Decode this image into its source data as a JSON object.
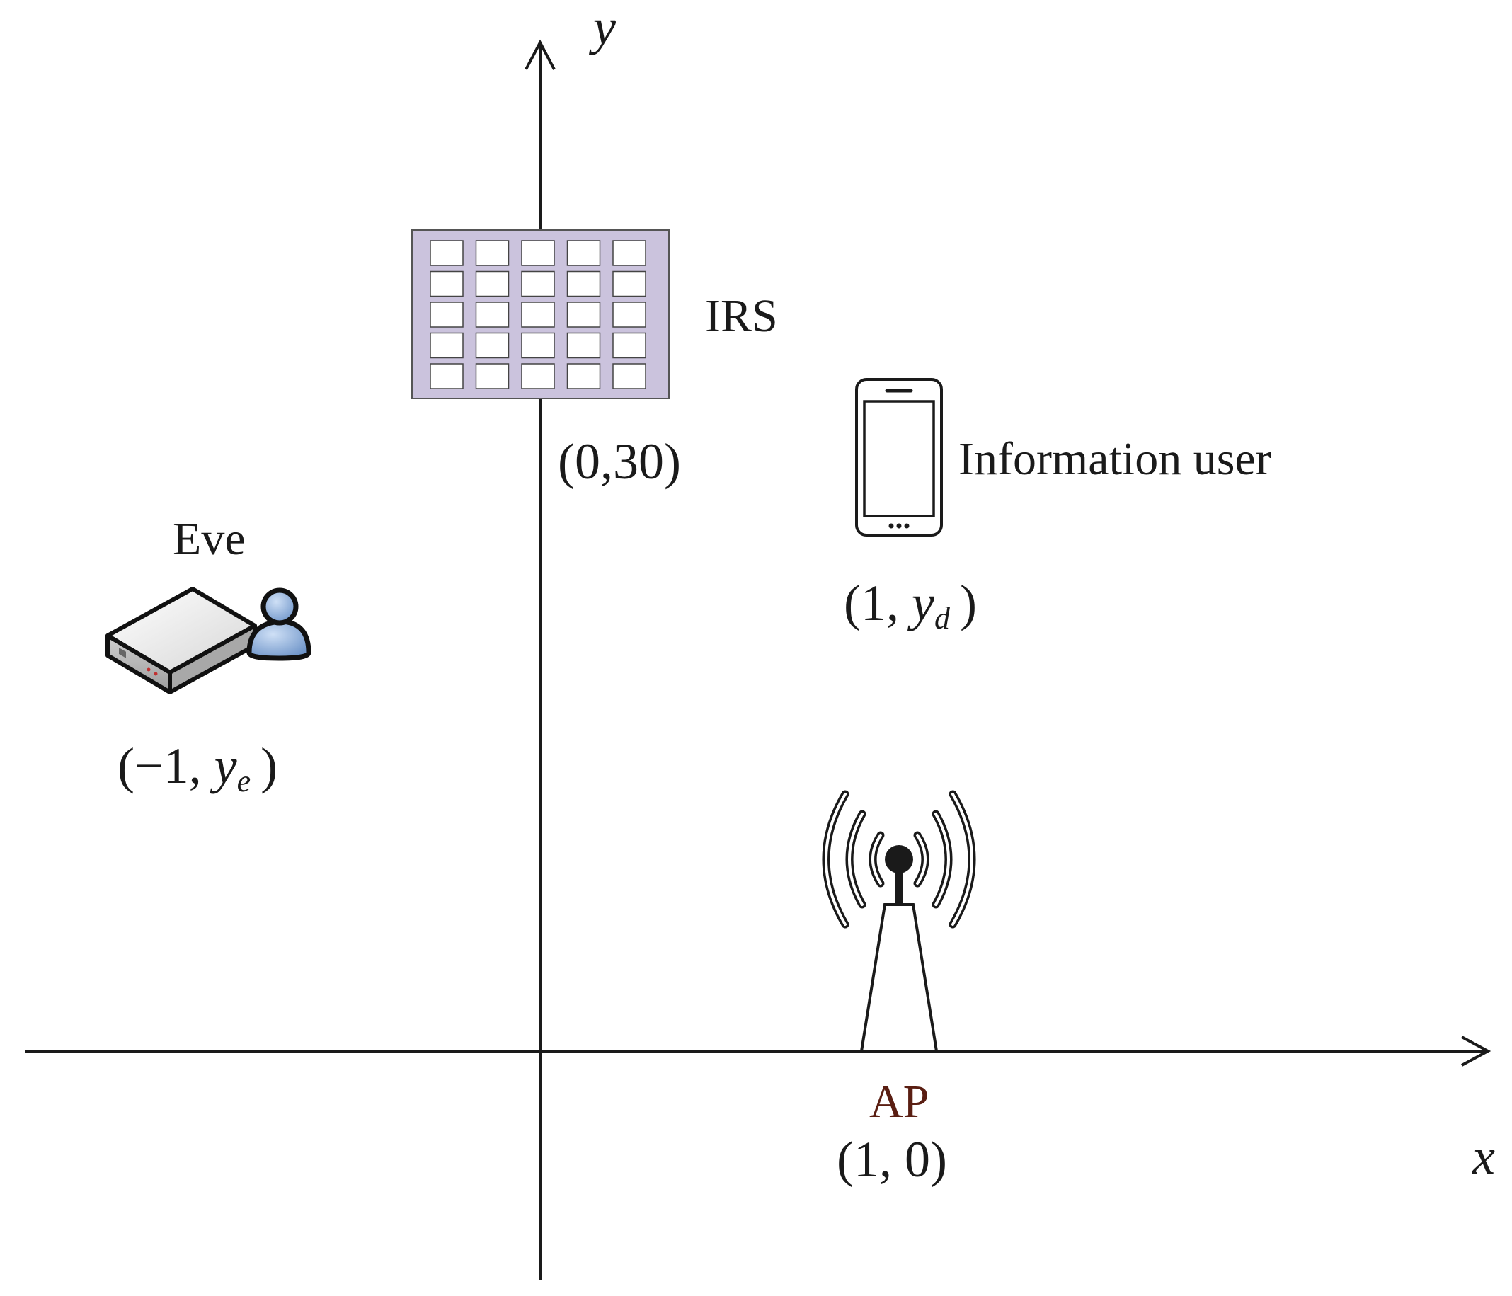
{
  "axes": {
    "x_label": "x",
    "y_label": "y"
  },
  "irs": {
    "label": "IRS",
    "coord": "(0,30)",
    "fill_color": "#cbc3dd",
    "grid_rows": 5,
    "grid_cols": 5
  },
  "information_user": {
    "label": "Information user",
    "coord_open": "(1, ",
    "coord_var": "y",
    "coord_sub": "d",
    "coord_close": ")",
    "icon": "smartphone-icon"
  },
  "eve": {
    "label": "Eve",
    "coord_open": "(−1, ",
    "coord_var": "y",
    "coord_sub": "e",
    "coord_close": ")",
    "icon": "router-user-icon",
    "user_color": "#8fb0dc"
  },
  "ap": {
    "label": "AP",
    "coord": "(1, 0)",
    "label_color": "#5a1e12",
    "icon": "antenna-tower-icon"
  }
}
